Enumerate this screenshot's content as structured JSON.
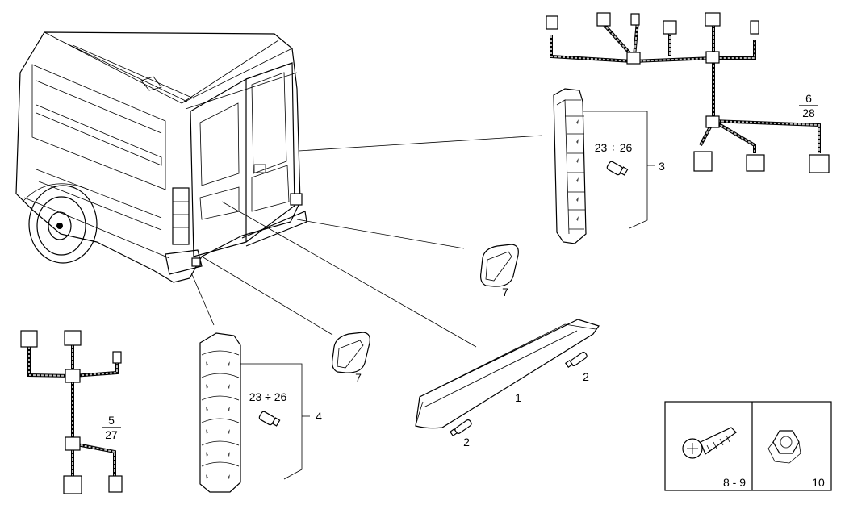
{
  "labels": {
    "p1": "1",
    "p2a": "2",
    "p2b": "2",
    "p3": "3",
    "p4": "4",
    "p7a": "7",
    "p7b": "7",
    "p89": "8 - 9",
    "p10": "10",
    "range_a": "23 ÷ 26",
    "range_b": "23 ÷ 26",
    "frac_6_28": {
      "num": "6",
      "den": "28"
    },
    "frac_5_27": {
      "num": "5",
      "den": "27"
    }
  }
}
